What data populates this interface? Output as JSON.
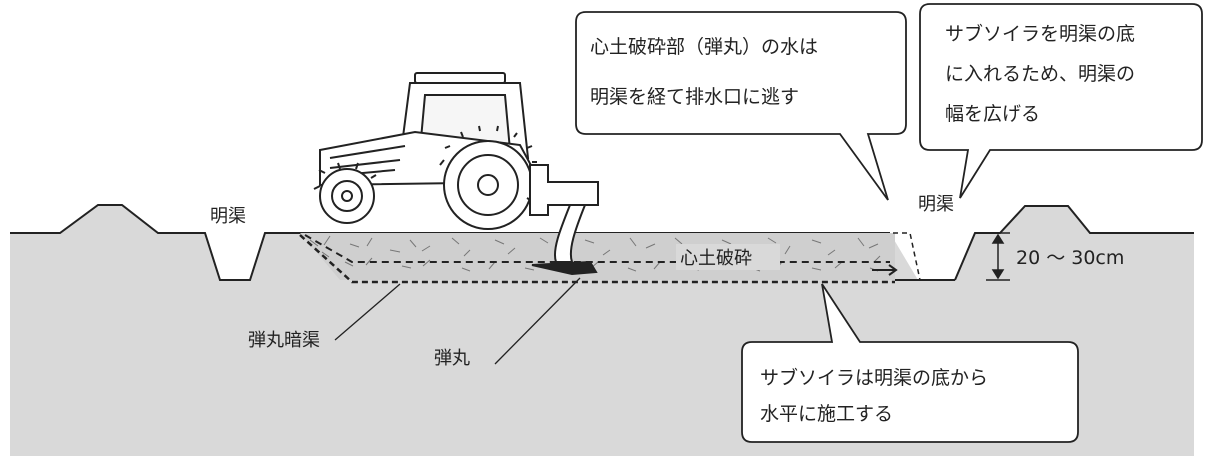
{
  "callouts": {
    "shinpaku_water": {
      "lines": [
        "心土破砕部（弾丸）の水は",
        "明渠を経て排水口に逃す"
      ]
    },
    "widen_channel": {
      "lines": [
        "サブソイラを明渠の底",
        "に入れるため、明渠の",
        "幅を広げる"
      ]
    },
    "horizontal": {
      "lines": [
        "サブソイラは明渠の底から",
        "水平に施工する"
      ]
    }
  },
  "labels": {
    "meikyo_left": "明渠",
    "meikyo_right": "明渠",
    "shindo_hasai": "心土破砕",
    "depth": "20 ～ 30cm",
    "dangan_ankyo": "弾丸暗渠",
    "dangan": "弾丸"
  },
  "colors": {
    "soil": "#d9d9d9",
    "line": "#222222",
    "background": "#ffffff"
  },
  "icons": {
    "tractor": "tractor-icon",
    "subsoiler": "subsoiler-icon"
  }
}
